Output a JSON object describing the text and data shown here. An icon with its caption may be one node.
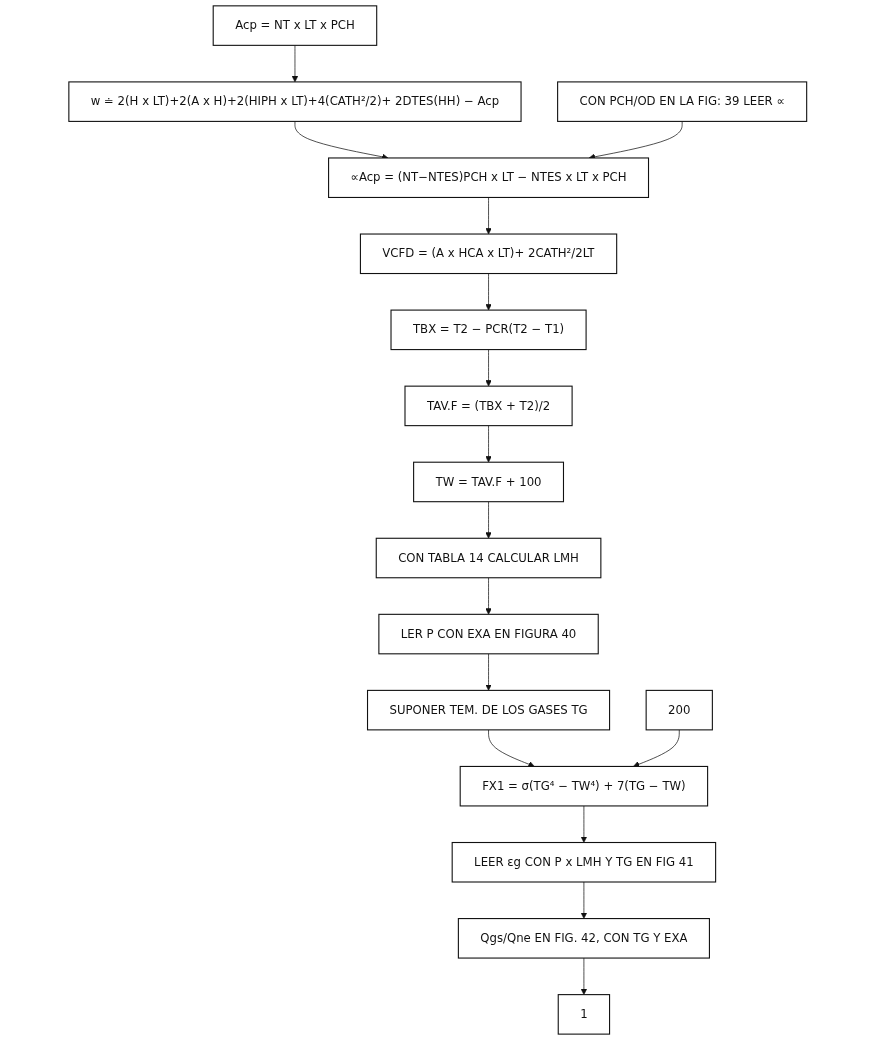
{
  "diagram": {
    "nodes": [
      {
        "text": [
          "Acp = NT x LT x PCH"
        ]
      },
      {
        "text": [
          "w ≐ 2(H x LT)+2(A x H)+2(HIPH x LT)+4(CATH²/2)+ 2DTES(HH) − Acp"
        ]
      },
      {
        "text": [
          "∝Acp = (NT−NTES)PCH x LT − NTES x LT x PCH"
        ]
      },
      {
        "text": [
          "VCFD = (A x HCA x LT)+ 2CATH²/2LT"
        ]
      },
      {
        "text": [
          "CON PCH/OD EN LA FIG: 39 LEER ∝"
        ]
      },
      {
        "text": [
          "TBX = T2 − PCR(T2 − T1)"
        ]
      },
      {
        "text": [
          "TAV.F = (TBX + T2)/2"
        ]
      },
      {
        "text": [
          "TW = TAV.F + 100"
        ]
      },
      {
        "text": [
          "CON TABLA 14 CALCULAR LMH"
        ]
      },
      {
        "text": [
          "LER P CON EXA EN FIGURA 40"
        ]
      },
      {
        "text": [
          "SUPONER TEM. DE LOS GASES TG"
        ]
      },
      {
        "text": [
          "200"
        ]
      },
      {
        "text": [
          "FX1 = σ(TG⁴ − TW⁴) + 7(TG − TW)"
        ]
      },
      {
        "text": [
          "LEER εg CON P x LMH Y TG EN FIG 41"
        ]
      },
      {
        "text": [
          "Qgs/Qne EN FIG. 42, CON TG Y EXA"
        ]
      },
      {
        "text": [
          "1"
        ]
      }
    ],
    "edges": [
      {
        "from": 0,
        "to": 1,
        "arrow": "to"
      },
      {
        "from": 1,
        "to": 2,
        "arrow": "to"
      },
      {
        "from": 2,
        "to": 3,
        "arrow": "to"
      },
      {
        "from": 4,
        "to": 2,
        "arrow": "to"
      },
      {
        "from": 3,
        "to": 5,
        "arrow": "to"
      },
      {
        "from": 5,
        "to": 6,
        "arrow": "to"
      },
      {
        "from": 6,
        "to": 7,
        "arrow": "to"
      },
      {
        "from": 7,
        "to": 8,
        "arrow": "to"
      },
      {
        "from": 8,
        "to": 9,
        "arrow": "to"
      },
      {
        "from": 9,
        "to": 10,
        "arrow": "to"
      },
      {
        "from": 10,
        "to": 12,
        "arrow": "to"
      },
      {
        "from": 11,
        "to": 12,
        "arrow": "to"
      },
      {
        "from": 12,
        "to": 13,
        "arrow": "to"
      },
      {
        "from": 13,
        "to": 14,
        "arrow": "to"
      },
      {
        "from": 14,
        "to": 15,
        "arrow": "to"
      }
    ]
  }
}
